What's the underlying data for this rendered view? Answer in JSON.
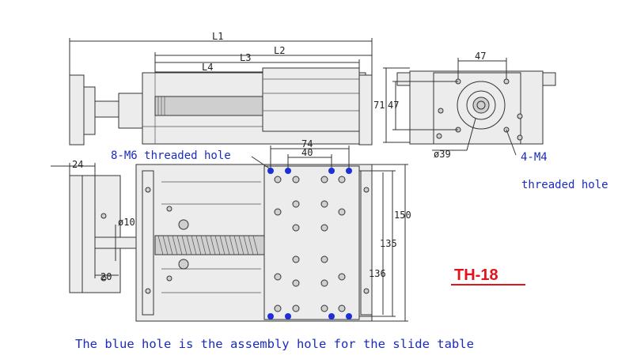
{
  "drawing": {
    "model": "TH-18",
    "caption": "The blue hole is the assembly hole for the slide table",
    "callouts": {
      "m6": "8-M6 threaded hole",
      "m4": "4-M4",
      "m4_threaded": "threaded hole"
    },
    "dimensions": {
      "l1": "L1",
      "l2": "L2",
      "l3": "L3",
      "l4": "L4",
      "d47_top": "47",
      "d71": "71",
      "d47_side": "47",
      "d39": "ø39",
      "d24": "24",
      "d10": "ø10",
      "d20": "20",
      "d74": "74",
      "d40": "40",
      "d150": "150",
      "d135": "135",
      "d136": "136"
    },
    "colors": {
      "callout_blue": "#1b2bbd",
      "title_red": "#e0141b",
      "assembly_hole": "#1e2fd6"
    }
  }
}
